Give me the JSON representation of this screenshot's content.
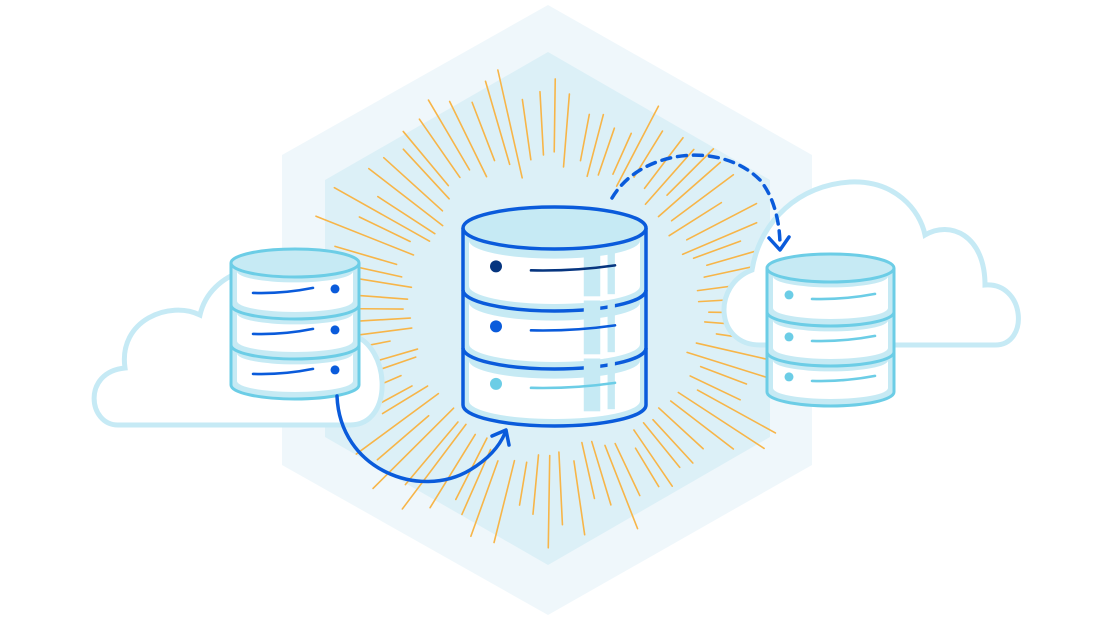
{
  "illustration": {
    "subject": "database-migration-illustration",
    "icons": [
      "hexagon-background",
      "sunburst-rays",
      "cloud-icon",
      "database-icon",
      "curved-arrow-icon",
      "dashed-arrow-icon"
    ],
    "colors": {
      "hex_outer": "#EFF7FB",
      "hex_inner": "#DCF0F7",
      "rays": "#F7B548",
      "cloud_stroke": "#C6EAF5",
      "db_stroke_primary": "#0A5BDB",
      "db_stroke_light": "#6CCDE6",
      "db_fill_light": "#C6EAF4",
      "dot_dark": "#06357F",
      "dot_blue": "#0A5BDB",
      "dot_light": "#6CCDE6",
      "arrow": "#0A5BDB"
    }
  }
}
